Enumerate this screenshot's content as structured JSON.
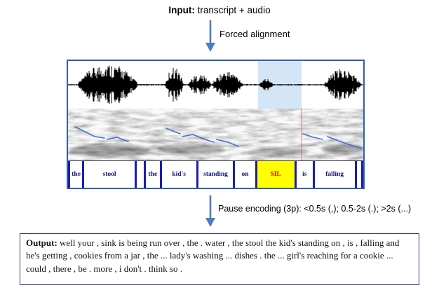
{
  "input_label": {
    "bold": "Input:",
    "rest": " transcript + audio"
  },
  "arrows": {
    "forced_alignment": "Forced alignment",
    "pause_encoding": "Pause encoding (3p): <0.5s (,); 0.5-2s (.); >2s (...)"
  },
  "alignment_track": {
    "words": [
      {
        "label": "the",
        "w": 19,
        "sil": false
      },
      {
        "label": "stool",
        "w": 79,
        "sil": false
      },
      {
        "label": "",
        "w": 11,
        "sil": false
      },
      {
        "label": "the",
        "w": 22,
        "sil": false
      },
      {
        "label": "kid's",
        "w": 54,
        "sil": false
      },
      {
        "label": "standing",
        "w": 55,
        "sil": false
      },
      {
        "label": "on",
        "w": 31,
        "sil": false
      },
      {
        "label": "SIL",
        "w": 59,
        "sil": true
      },
      {
        "label": "is",
        "w": 25,
        "sil": false
      },
      {
        "label": "falling",
        "w": 63,
        "sil": false
      },
      {
        "label": "",
        "w": 7,
        "sil": false
      }
    ]
  },
  "output": {
    "bold": "Output:",
    "text": " well your , sink is being run over , the . water , the stool the kid's standing on , is , falling and he's getting , cookies from a jar , the ... lady's washing ... dishes . the ... girl's reaching for a cookie ... could , there , be . more , i don't . think so ."
  },
  "colors": {
    "accent_blue": "#4a7cc7",
    "figure_border": "#2f5fae",
    "word_text": "#14147e",
    "sil_bg": "#ffff00",
    "sil_text": "#ff0000",
    "highlight": "#d4e5f7"
  }
}
